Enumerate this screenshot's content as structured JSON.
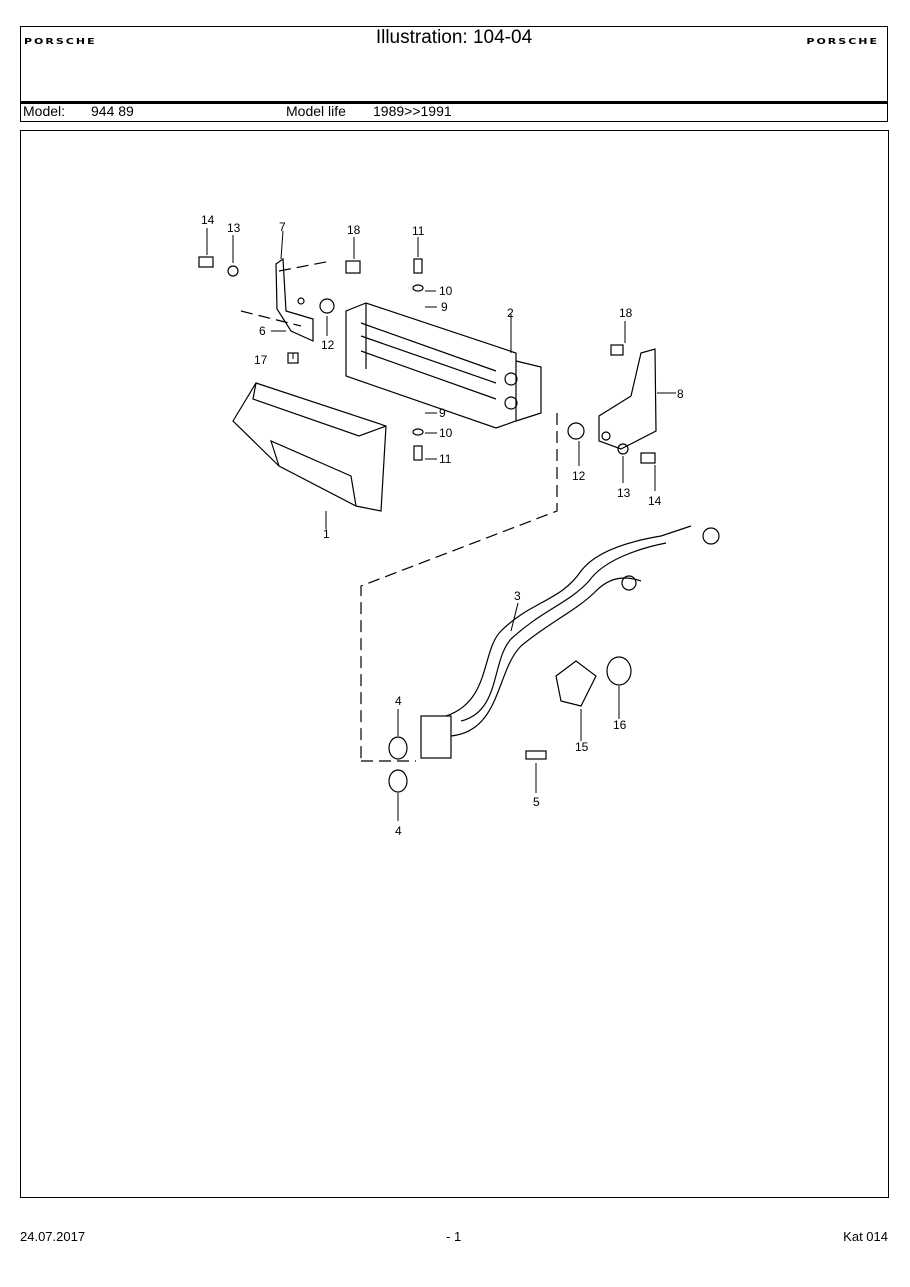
{
  "header": {
    "brand": "PORSCHE",
    "title": "Illustration: 104-04",
    "model_label": "Model:",
    "model_value": "944 89",
    "model_life_label": "Model life",
    "model_life_value": "1989>>1991"
  },
  "diagram": {
    "callouts": [
      "14",
      "13",
      "7",
      "18",
      "11",
      "10",
      "9",
      "2",
      "18",
      "8",
      "6",
      "12",
      "17",
      "12",
      "13",
      "14",
      "10",
      "11",
      "9",
      "1",
      "3",
      "4",
      "4",
      "5",
      "15",
      "16"
    ]
  },
  "footer": {
    "date": "24.07.2017",
    "page": "- 1",
    "catalog": "Kat 014"
  }
}
